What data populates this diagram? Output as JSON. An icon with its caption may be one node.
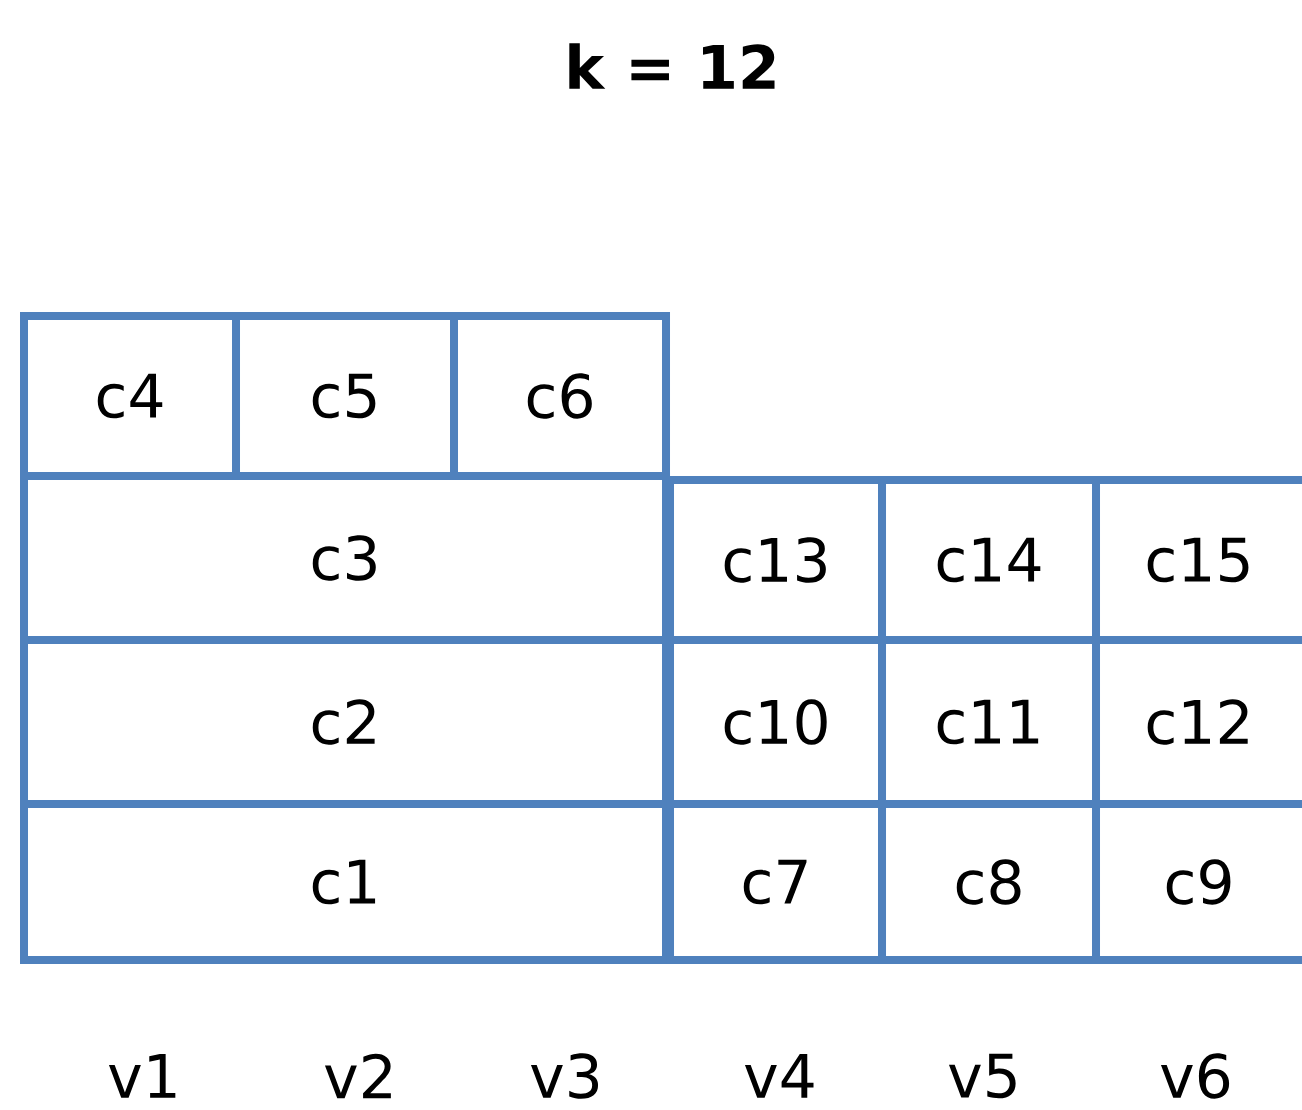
{
  "diagram": {
    "title": "k = 12",
    "nodes": [
      {
        "text": [
          "c4"
        ]
      },
      {
        "text": [
          "c5"
        ]
      },
      {
        "text": [
          "c6"
        ]
      },
      {
        "text": [
          "c3"
        ]
      },
      {
        "text": [
          "c13"
        ]
      },
      {
        "text": [
          "c14"
        ]
      },
      {
        "text": [
          "c15"
        ]
      },
      {
        "text": [
          "c2"
        ]
      },
      {
        "text": [
          "c10"
        ]
      },
      {
        "text": [
          "c11"
        ]
      },
      {
        "text": [
          "c12"
        ]
      },
      {
        "text": [
          "c1"
        ]
      },
      {
        "text": [
          "c7"
        ]
      },
      {
        "text": [
          "c8"
        ]
      },
      {
        "text": [
          "c9"
        ]
      }
    ],
    "labels": [
      "v1",
      "v2",
      "v3",
      "v4",
      "v5",
      "v6"
    ]
  }
}
